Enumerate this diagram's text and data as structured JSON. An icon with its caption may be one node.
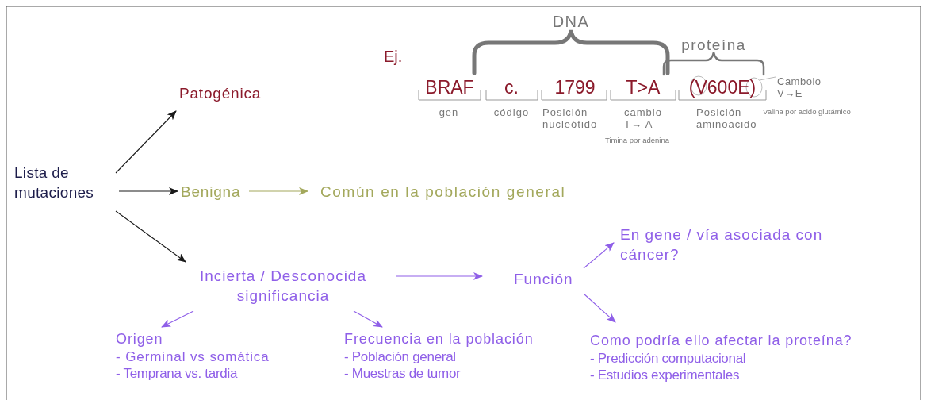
{
  "diagram": {
    "nodes": [
      {
        "text": [
          "Lista de mutaciones"
        ]
      },
      {
        "text": [
          "Patogénica"
        ]
      },
      {
        "text": [
          "Benigna"
        ]
      },
      {
        "text": [
          "Común en la población general"
        ]
      },
      {
        "text": [
          "Incierta / Desconocida significancia"
        ]
      },
      {
        "text": [
          "Función"
        ]
      },
      {
        "text": [
          "En gene / vía asociada con cáncer?"
        ]
      },
      {
        "text": [
          "Como podría ello afectar la proteína?",
          "- Predicción computacional",
          "- Estudios experimentales"
        ]
      },
      {
        "text": [
          "Origen",
          "- Germinal vs somática",
          "- Temprana vs. tardia"
        ]
      },
      {
        "text": [
          "Frecuencia en la población",
          "- Población general",
          "- Muestras de tumor"
        ]
      }
    ],
    "edges": [
      {
        "from": 0,
        "to": 1,
        "arrow": "to",
        "color": "#1a1a1a"
      },
      {
        "from": 0,
        "to": 2,
        "arrow": "to",
        "color": "#1a1a1a"
      },
      {
        "from": 0,
        "to": 4,
        "arrow": "to",
        "color": "#1a1a1a"
      },
      {
        "from": 2,
        "to": 3,
        "arrow": "to",
        "color": "#a3a85c"
      },
      {
        "from": 4,
        "to": 5,
        "arrow": "to"
      },
      {
        "from": 5,
        "to": 6,
        "arrow": "to"
      },
      {
        "from": 5,
        "to": 7,
        "arrow": "to"
      },
      {
        "from": 4,
        "to": 8,
        "arrow": "to"
      },
      {
        "from": 4,
        "to": 9,
        "arrow": "to"
      }
    ],
    "labels": [
      "DNA",
      "Ej.",
      "proteína",
      "BRAF",
      "c.",
      "1799",
      "T>A",
      "(V600E)",
      "Camboio V→E",
      "gen",
      "código",
      "Posición nucleótido",
      "cambio T→ A",
      "Posición aminoacido",
      "Valina por acido glutámico",
      "Timina por adenina"
    ]
  }
}
